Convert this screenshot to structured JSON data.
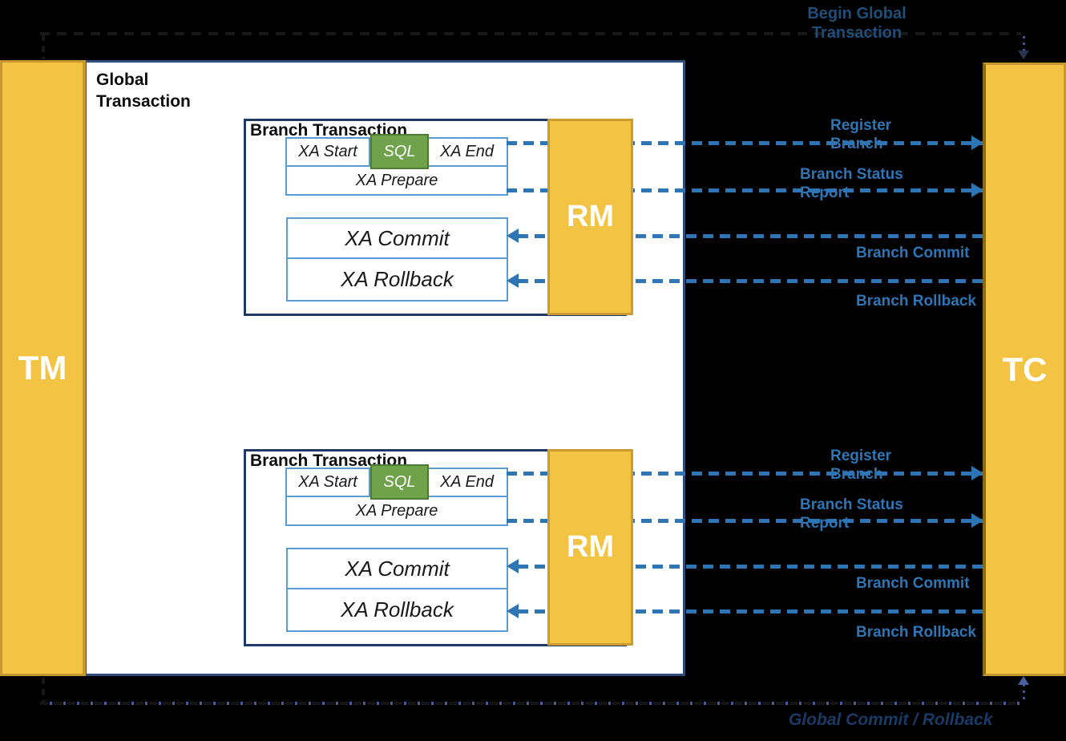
{
  "nodes": {
    "tm": "TM",
    "tc": "TC",
    "rm": "RM"
  },
  "global_transaction": {
    "title": "Global Transaction"
  },
  "branch": {
    "title": "Branch Transaction",
    "xa_start": "XA Start",
    "sql": "SQL",
    "xa_end": "XA End",
    "xa_prepare": "XA Prepare",
    "xa_commit": "XA Commit",
    "xa_rollback": "XA Rollback"
  },
  "messages": {
    "register_branch": "Register Branch",
    "branch_status_report": "Branch Status Report",
    "branch_commit": "Branch Commit",
    "branch_rollback": "Branch Rollback"
  },
  "flows": {
    "begin_global_transaction": "Begin Global Transaction",
    "global_commit_rollback": "Global Commit / Rollback"
  },
  "colors": {
    "background": "#000000",
    "node_yellow": "#F3C344",
    "node_yellow_border": "#C8982F",
    "global_box_border": "#2F4E7E",
    "branch_box_border": "#1F3864",
    "inner_box_border": "#5B9BD5",
    "sql_green": "#6FA24A",
    "sql_green_border": "#4F7A33",
    "arrow_blue": "#2E75B6",
    "flow_text_top": "#1F4E79",
    "flow_text_bottom": "#1A3A66"
  }
}
